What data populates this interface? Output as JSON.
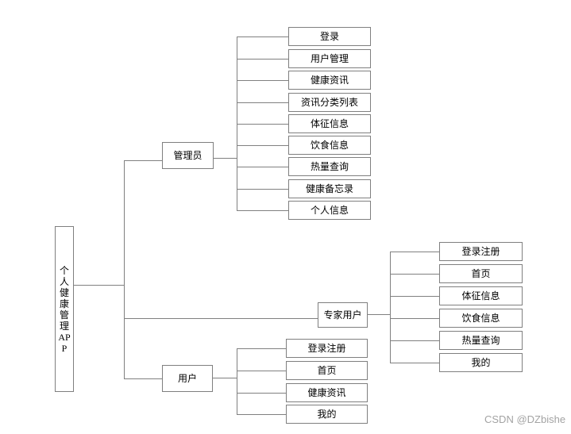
{
  "nodes": {
    "root": {
      "label": "个人健康管理APP"
    },
    "admin": {
      "label": "管理员",
      "children": [
        "登录",
        "用户管理",
        "健康资讯",
        "资讯分类列表",
        "体征信息",
        "饮食信息",
        "热量查询",
        "健康备忘录",
        "个人信息"
      ]
    },
    "expert": {
      "label": "专家用户",
      "children": [
        "登录注册",
        "首页",
        "体征信息",
        "饮食信息",
        "热量查询",
        "我的"
      ]
    },
    "user": {
      "label": "用户",
      "children": [
        "登录注册",
        "首页",
        "健康资讯",
        "我的"
      ]
    }
  },
  "watermark": "CSDN @DZbishe",
  "colors": {
    "line": "#808080",
    "box_border": "#7f7f7f",
    "text": "#000000",
    "watermark_text": "#a3a3a3",
    "background": "#ffffff"
  }
}
